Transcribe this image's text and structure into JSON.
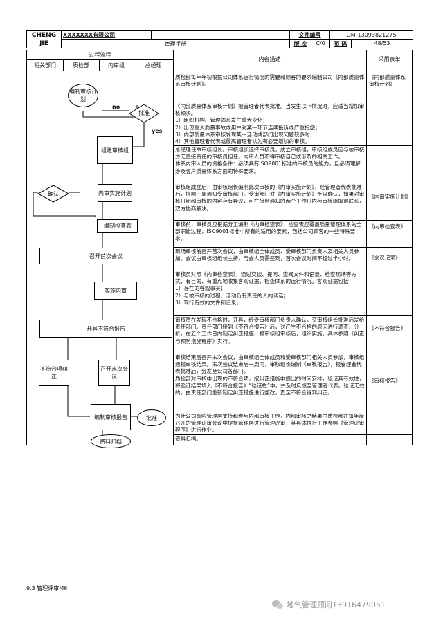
{
  "header": {
    "company_code": "CHENG JIE",
    "company_name": "XXXXXXX有限公司",
    "manual_name": "管理手册",
    "doc_no_label": "文件编号",
    "doc_no_value": "QM-13093821275",
    "revision_label": "版 次",
    "revision_value": "C/0",
    "page_label": "页 码",
    "page_value": "48/53"
  },
  "columns": {
    "process_flow": "过程流程",
    "dept_related": "相关部门",
    "dept_qa": "质检部",
    "dept_audit": "内审组",
    "dept_gm": "总经理",
    "description": "内容描述",
    "forms": "采用表单"
  },
  "flow": {
    "prepare_plan": "编制审核计划",
    "approve": "批准",
    "no": "no",
    "yes": "yes",
    "form_team": "组建审核组",
    "confirm": "确认",
    "internal_plan": "内审实施计划",
    "checklist": "编制检查表",
    "first_meeting": "召开首次会议",
    "conduct_audit": "实施内审",
    "nc_report": "开具不符合报告",
    "nc_correct": "不符合项纠正",
    "last_meeting": "召开末次会议",
    "audit_report": "编制审核报告",
    "approve2": "批准",
    "archive": "资料归档"
  },
  "rows": [
    {
      "desc": "质检部每年年初根据公司体系运行情况的需要和顾客的要求编制公司《内部质量体系审核计划》。",
      "form": "《内部质量体系审核计划》"
    },
    {
      "desc": "《内部质量体系审核计划》报管理者代表批准。当发生以下情况时，应适当增加审核频次。\n1）组织机构、管理体系发生重大变化；\n2）出现重大质量事故或用户对某一环节连续投诉或严重抱怨；\n3）内部质量体系审核发现某一活动或部门出现问题较多时；\n4）其他管理者代表或最高管理者认为有必要增加的审核。",
      "form": ""
    },
    {
      "desc": "总经理任命审核组长。审核组长选择审核员，成立审核组，审核组成员应与被审核方无直接责任的审核员担任。内审人员不得审核自己或涉及的相关工作。\n体系内审人员的资格条件：必须具有ISO9001标准的审核员的能力，且必须理解涉及客户质量体系方面的特殊要求。",
      "form": ""
    },
    {
      "desc": "审核组成立后，由审核组长编制此次审核的《内审实施计划》，经管理者代表批准后，提前一周通知受审核部门。受审部门对《内审实施计划》予以确认，如果对审核日期和审核的内容存有异议，可在接到通知的两个工作日内与审核组取得联系，双方协商解决。",
      "form": "《内审实施计划》"
    },
    {
      "desc": "审核前，审核员应根据分工编制《内审检查表》，检查表应覆盖质量管理体系的全部职能过程，ISO9001标准中所有的适用的要素，包括公司顾客的一些特殊要求。",
      "form": "《内审检查表》"
    },
    {
      "desc": "现场审核前召开首次会议，由审核组全体成员、受审核部门负责人及相关人员参加。会议由审核组组长主持，与会人员需签到，首次会议时间不超过半小时。",
      "form": "《会议记录》"
    },
    {
      "desc": "审核员对照《内审检查表》，通过交谈、提问、查阅文件和记录、检查现场等方式，有目的、有重点地收集客观证据，检查体系的运行情况。客观证据包括：\n1）存在的客观事实；\n2）与被审核的过程、活动负有责任的人的谈话；\n3）现行有效的文件和记录。",
      "form": ""
    },
    {
      "desc": "审核员在发现不合格时，开具，经受审核部门负责人确认，交审核组长批准后发给责任部门。责任部门接到《不符合报告》后，对产生不合格的原因进行调查、分析，在五个工作日内制定纠正措施，报审核组审核后，组织实施。具体参照《纠正与预防措施程序》实行。",
      "form": "《不符合报告》"
    },
    {
      "desc": "审核结束后召开末次会议，由审核组全体成员和受审核部门相关人员参加，审核组通报审核结果。末次会议结束后一周内，审核组长编制《审核报告》，报管理者代表批准后，分发至公司各部门。\n质检部对审核中出现的不符合项，按纠正措施中提出的时间安排，验证其有效性，将验证结果填入《不符合报告》“验证栏”中，并及时反馈至管理者代表。验证无效的，由责任部门重新制定纠正措施进行整改，直至不符合得到纠正。",
      "form": "《审核报告》"
    },
    {
      "desc": "为使公司高阶管理层支持和参与内部审核工作，内部审核之结果由质检部在每年度召开的管理评审会议中提报管理层进行管理评审；其具体执行工作参照《管理评审程序》进行作业。",
      "form": ""
    },
    {
      "desc": "资料归档。",
      "form": ""
    }
  ],
  "footer": {
    "left": "9.3 管理评审M6",
    "right": "地气管理顾问13916479051"
  }
}
